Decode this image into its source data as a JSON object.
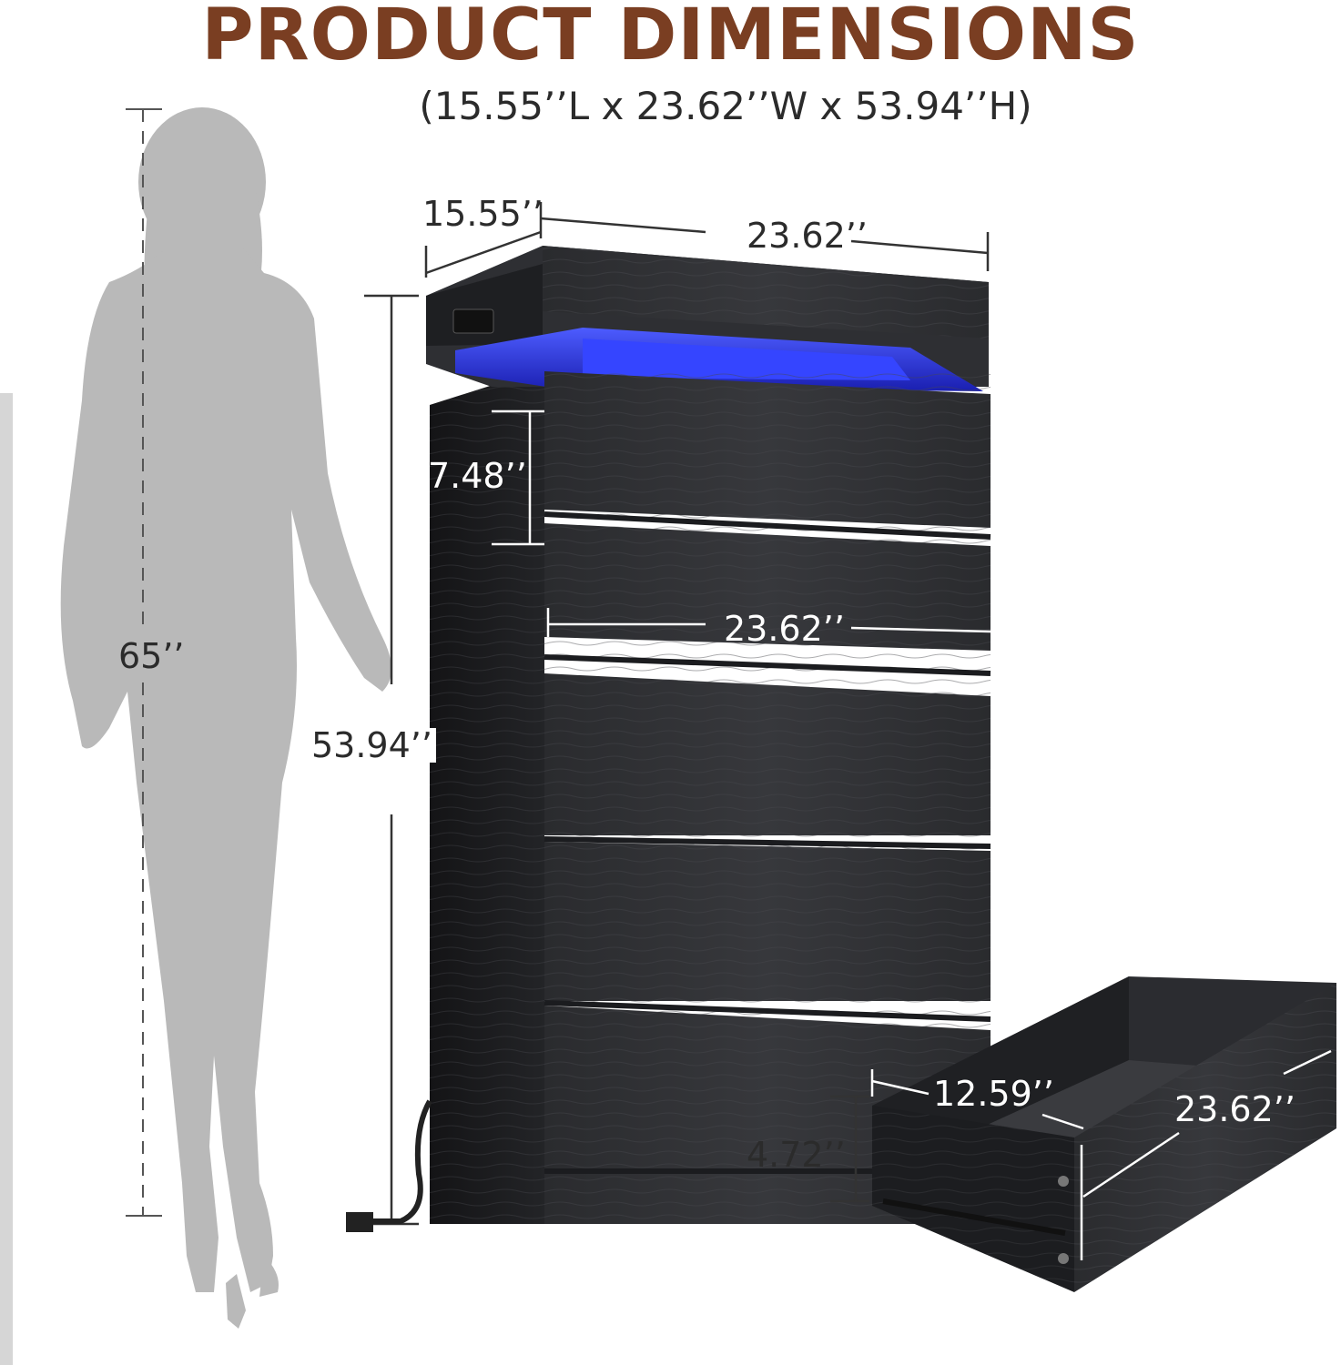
{
  "header": {
    "title": "PRODUCT DIMENSIONS",
    "subtitle": "(15.55’’L x 23.62’’W x 53.94’’H)"
  },
  "dimensions": {
    "person_height": "65’’",
    "overall_height": "53.94’’",
    "top_depth": "15.55’’",
    "top_width": "23.62’’",
    "drawer_height": "7.48’’",
    "drawer_width": "23.62’’",
    "open_drawer_depth": "12.59’’",
    "open_drawer_width": "23.62’’",
    "open_drawer_height": "4.72’’"
  },
  "colors": {
    "title": "#7a3e22",
    "text": "#2b2b2b",
    "silhouette": "#b9b9b9",
    "furniture": "#2c2d30",
    "led": "#2a3cff"
  }
}
